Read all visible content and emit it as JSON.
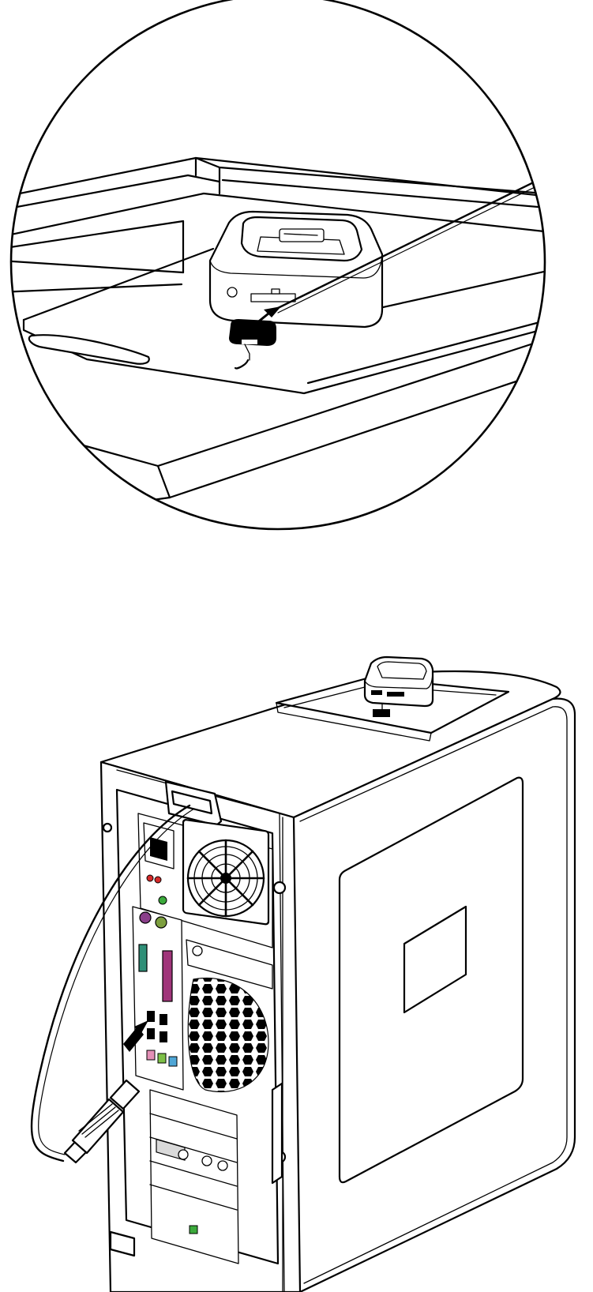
{
  "figure": {
    "panels": [
      {
        "id": "detail",
        "subject": "dock-on-top-bay"
      },
      {
        "id": "overview",
        "subject": "computer-tower-rear"
      }
    ],
    "colors": {
      "line": "#000000",
      "background": "#ffffff",
      "ps2_mouse": "#7d9f3f",
      "ps2_keyboard": "#8a3f8a",
      "serial": "#2f8f77",
      "parallel": "#a0357a",
      "audio_pink": "#e48fb6",
      "audio_green": "#7dbf47",
      "audio_blue": "#4fa6d6",
      "led_red": "#d42a2a",
      "led_green": "#3caa3c"
    },
    "icons": [
      "arrow-icon",
      "fan-icon",
      "usb-plug-icon",
      "dock-icon"
    ]
  }
}
